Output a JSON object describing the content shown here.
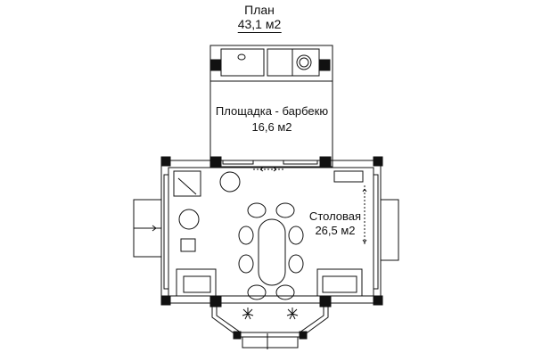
{
  "plan": {
    "title": "План",
    "total_area": "43,1 м2"
  },
  "rooms": [
    {
      "name": "Площадка - барбекю",
      "area": "16,6 м2"
    },
    {
      "name": "Столовая",
      "area": "26,5 м2"
    }
  ],
  "colors": {
    "line": "#111111",
    "background": "#ffffff"
  }
}
